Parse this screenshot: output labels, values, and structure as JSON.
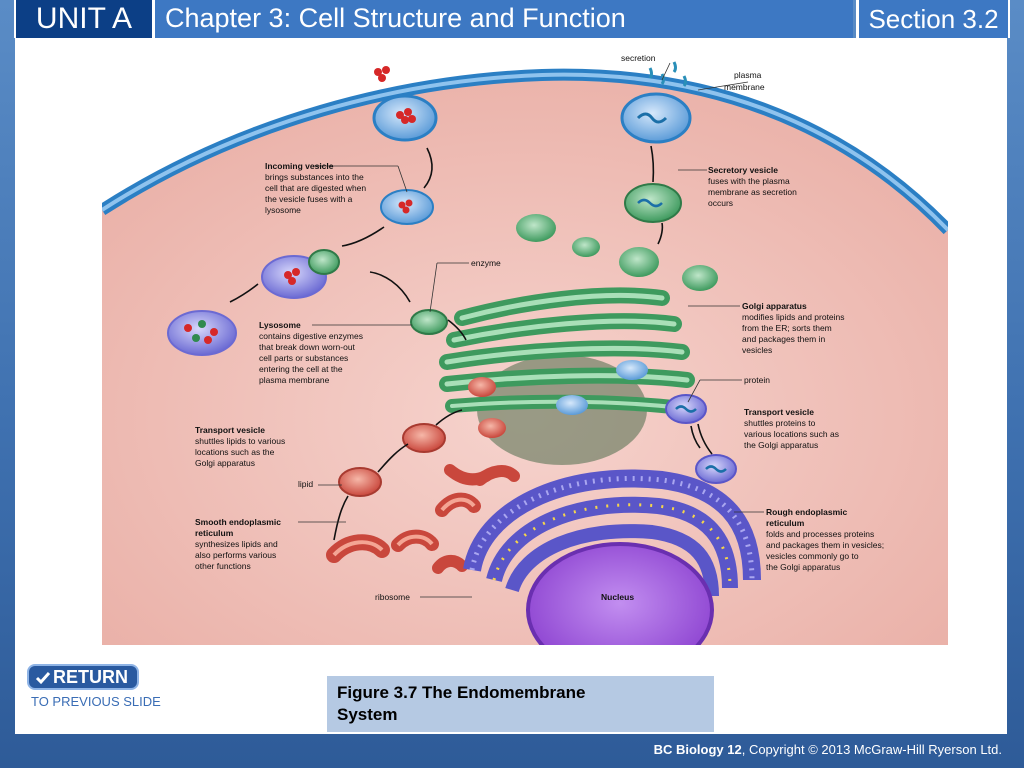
{
  "header": {
    "unit": "UNIT A",
    "chapter": "Chapter 3: Cell Structure and Function",
    "section": "Section 3.2"
  },
  "figure": {
    "labels": {
      "secretion": "secretion",
      "plasma_membrane_1": "plasma",
      "plasma_membrane_2": "membrane",
      "incoming_title": "Incoming vesicle",
      "incoming_1": "brings substances into the",
      "incoming_2": "cell that are digested when",
      "incoming_3": "the vesicle fuses with a",
      "incoming_4": "lysosome",
      "secretory_title": "Secretory vesicle",
      "secretory_1": "fuses with the plasma",
      "secretory_2": "membrane as secretion",
      "secretory_3": "occurs",
      "enzyme": "enzyme",
      "golgi_title": "Golgi apparatus",
      "golgi_1": "modifies lipids and proteins",
      "golgi_2": "from the ER; sorts them",
      "golgi_3": "and packages them in",
      "golgi_4": "vesicles",
      "lysosome_title": "Lysosome",
      "lysosome_1": "contains digestive enzymes",
      "lysosome_2": "that break down worn-out",
      "lysosome_3": "cell parts or substances",
      "lysosome_4": "entering the cell at the",
      "lysosome_5": "plasma membrane",
      "protein": "protein",
      "transport_r_title": "Transport vesicle",
      "transport_r_1": "shuttles proteins to",
      "transport_r_2": "various locations such as",
      "transport_r_3": "the Golgi apparatus",
      "transport_l_title": "Transport vesicle",
      "transport_l_1": "shuttles lipids to various",
      "transport_l_2": "locations such as the",
      "transport_l_3": "Golgi apparatus",
      "lipid": "lipid",
      "ser_title_1": "Smooth endoplasmic",
      "ser_title_2": "reticulum",
      "ser_1": "synthesizes lipids and",
      "ser_2": "also performs various",
      "ser_3": "other functions",
      "rer_title_1": "Rough endoplasmic",
      "rer_title_2": "reticulum",
      "rer_1": "folds and processes proteins",
      "rer_2": "and packages them in vesicles;",
      "rer_3": "vesicles commonly go to",
      "rer_4": "the Golgi apparatus",
      "ribosome": "ribosome",
      "nucleus": "Nucleus"
    },
    "colors": {
      "cytoplasm": "#f1c6bf",
      "membrane": "#2b7fc4",
      "golgi": "#3e9a5e",
      "er_rough": "#5a56c8",
      "er_smooth": "#c9473c",
      "nucleus": "#9a55d8",
      "vesicle": "#7fb4e6"
    }
  },
  "nav": {
    "return_label": "RETURN",
    "prev_label": "TO PREVIOUS SLIDE"
  },
  "caption": {
    "line1": "Figure 3.7 The Endomembrane",
    "line2": "System"
  },
  "footer": {
    "brand": "BC Biology 12",
    "copyright": ", Copyright © 2013 McGraw-Hill Ryerson Ltd."
  }
}
